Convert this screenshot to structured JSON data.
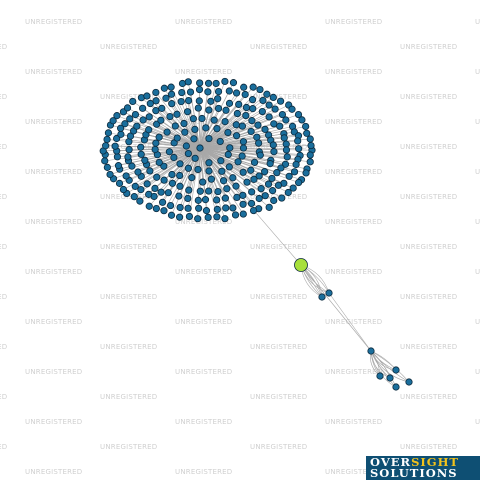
{
  "watermark": {
    "text": "UNREGISTERED",
    "color": "#d0d0d0"
  },
  "graph": {
    "edge_color": "#a8a8a8",
    "node_color": "#1a6e9c",
    "node_stroke": "#0d2a3d",
    "focus_node_color": "#a7e03b",
    "icons": {
      "node": "circle-node-icon",
      "focus": "focus-node-icon"
    }
  },
  "logo": {
    "line1_part_a": "OVER",
    "line1_part_b": "SIGHT",
    "line2": "SOLUTIONS",
    "background": "#0e4f73",
    "accent": "#f2c21b"
  }
}
